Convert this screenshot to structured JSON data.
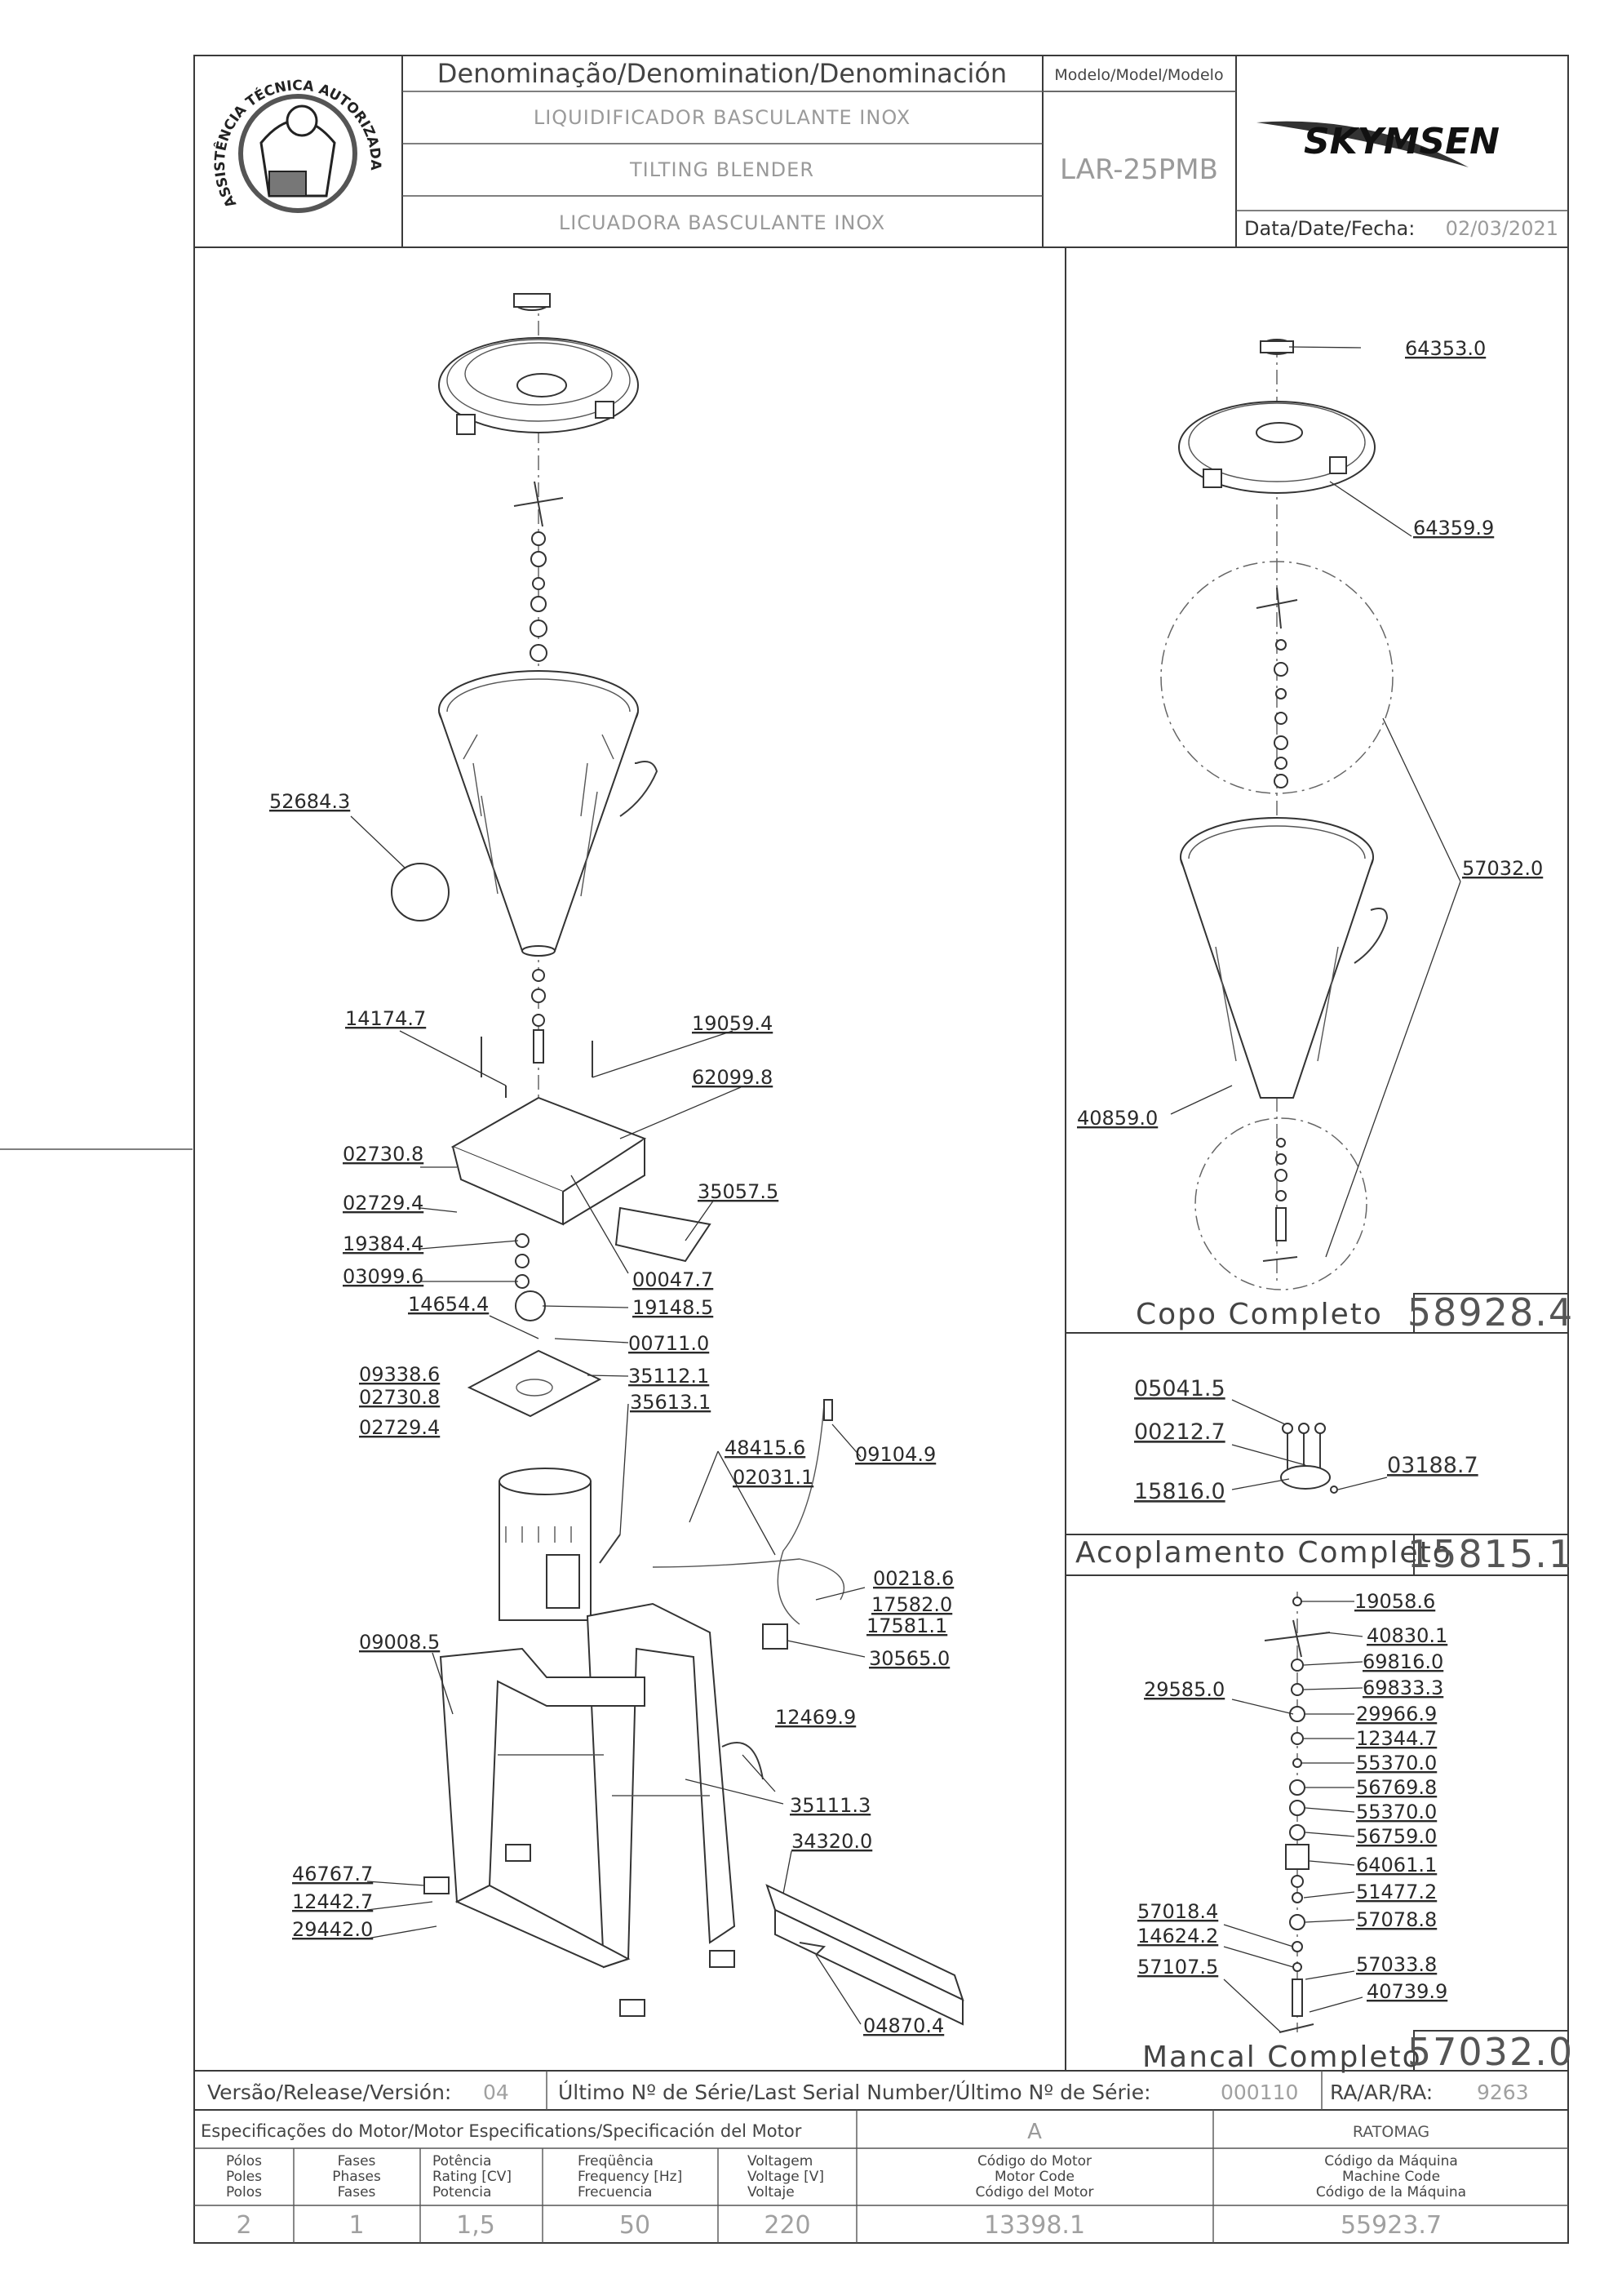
{
  "header": {
    "denomination_title": "Denominação/Denomination/Denominación",
    "name_pt": "LIQUIDIFICADOR BASCULANTE INOX",
    "name_en": "TILTING BLENDER",
    "name_es": "LICUADORA BASCULANTE INOX",
    "model_title": "Modelo/Model/Modelo",
    "model_value": "LAR-25PMB",
    "brand": "SKYMSEN",
    "date_label": "Data/Date/Fecha:",
    "date_value": "02/03/2021",
    "seal_text": "ASSISTÊNCIA TÉCNICA AUTORIZADA"
  },
  "left_labels": [
    "52684.3",
    "14174.7",
    "19059.4",
    "62099.8",
    "02730.8",
    "02729.4",
    "35057.5",
    "19384.4",
    "03099.6",
    "00047.7",
    "14654.4",
    "19148.5",
    "00711.0",
    "09338.6",
    "35112.1",
    "02730.8",
    "35613.1",
    "02729.4",
    "48415.6",
    "09104.9",
    "02031.1",
    "00218.6",
    "17582.0",
    "17581.1",
    "30565.0",
    "09008.5",
    "12469.9",
    "35111.3",
    "34320.0",
    "46767.7",
    "12442.7",
    "29442.0",
    "04870.4"
  ],
  "copo": {
    "labels": [
      "64353.0",
      "64359.9",
      "57032.0",
      "40859.0"
    ],
    "title": "Copo  Completo",
    "code": "58928.4"
  },
  "acoplamento": {
    "labels": [
      "05041.5",
      "00212.7",
      "03188.7",
      "15816.0"
    ],
    "title": "Acoplamento  Completo",
    "code": "15815.1"
  },
  "mancal": {
    "labels": [
      "19058.6",
      "40830.1",
      "69816.0",
      "69833.3",
      "29585.0",
      "29966.9",
      "12344.7",
      "55370.0",
      "56769.8",
      "55370.0",
      "56759.0",
      "64061.1",
      "51477.2",
      "57018.4",
      "57078.8",
      "14624.2",
      "57033.8",
      "57107.5",
      "40739.9"
    ],
    "title": "Mancal  Completo",
    "code": "57032.0"
  },
  "release": {
    "version_label": "Versão/Release/Versión:",
    "version_value": "04",
    "serial_label": "Último Nº de Série/Last Serial Number/Último Nº de Série:",
    "serial_value": "000110",
    "ra_label": "RA/AR/RA:",
    "ra_value": "9263"
  },
  "motor": {
    "title": "Especificações do Motor/Motor Especifications/Specificación del Motor",
    "variant": "A",
    "maker": "RATOMAG",
    "columns": [
      {
        "l1": "Pólos",
        "l2": "Poles",
        "l3": "Polos",
        "value": "2"
      },
      {
        "l1": "Fases",
        "l2": "Phases",
        "l3": "Fases",
        "value": "1"
      },
      {
        "l1": "Potência",
        "l2": "Rating [CV]",
        "l3": "Potencia",
        "value": "1,5"
      },
      {
        "l1": "Freqüência",
        "l2": "Frequency [Hz]",
        "l3": "Frecuencia",
        "value": "50"
      },
      {
        "l1": "Voltagem",
        "l2": "Voltage [V]",
        "l3": "Voltaje",
        "value": "220"
      },
      {
        "l1": "Código do Motor",
        "l2": "Motor Code",
        "l3": "Código del Motor",
        "value": "13398.1"
      },
      {
        "l1": "Código da Máquina",
        "l2": "Machine Code",
        "l3": "Código de la Máquina",
        "value": "55923.7"
      }
    ]
  }
}
